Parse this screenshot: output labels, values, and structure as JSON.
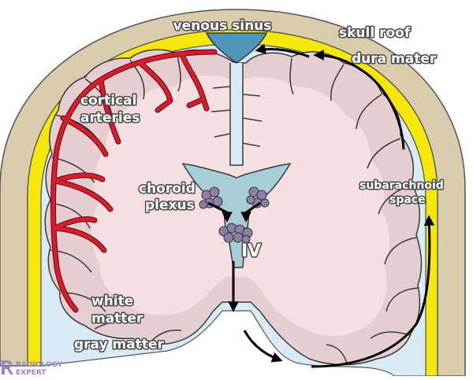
{
  "labels": {
    "venous_sinus": "venous sinus",
    "skull_roof": "skull roof",
    "dura_mater": "dura mater",
    "cortical_arteries_1": "cortical",
    "cortical_arteries_2": "arteries",
    "choroid_plexus_1": "choroid",
    "choroid_plexus_2": "plexus",
    "subarachnoid_1": "subarachnoid",
    "subarachnoid_2": "space",
    "fourth_ventricle": "IV",
    "white_matter_1": "white",
    "white_matter_2": "matter",
    "gray_matter": "gray matter"
  },
  "logo": {
    "line1": "RADIOLOGY",
    "line2": "EXPERT"
  },
  "colors": {
    "skull": "#d8ccac",
    "dura": "#f5e60c",
    "csf": "#d9ecf5",
    "gray_matter": "#e6cdd0",
    "white_matter": "#f6dfe1",
    "ventricle": "#a7cdd6",
    "artery": "#d61c2e",
    "logo": "#9b86c9"
  }
}
